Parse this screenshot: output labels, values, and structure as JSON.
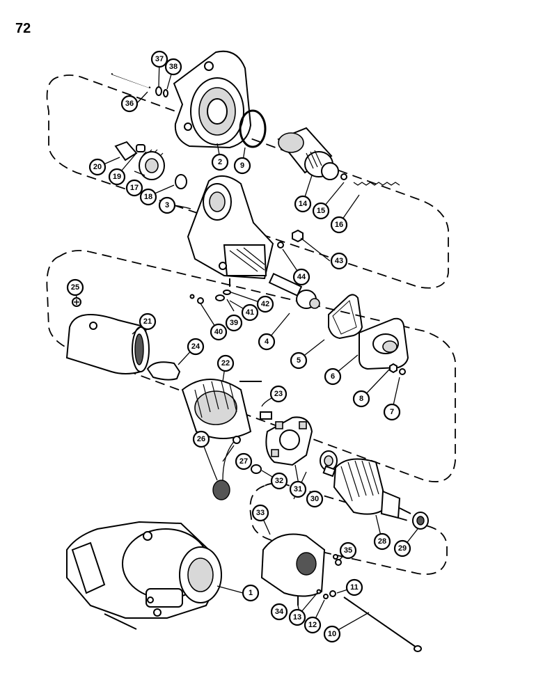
{
  "page": {
    "number": "72"
  },
  "callouts": [
    "1",
    "2",
    "3",
    "4",
    "5",
    "6",
    "7",
    "8",
    "9",
    "10",
    "11",
    "12",
    "13",
    "14",
    "15",
    "16",
    "17",
    "18",
    "19",
    "20",
    "21",
    "22",
    "23",
    "24",
    "25",
    "26",
    "27",
    "28",
    "29",
    "30",
    "31",
    "32",
    "33",
    "34",
    "35",
    "36",
    "37",
    "38",
    "39",
    "40",
    "41",
    "42",
    "43",
    "44"
  ]
}
